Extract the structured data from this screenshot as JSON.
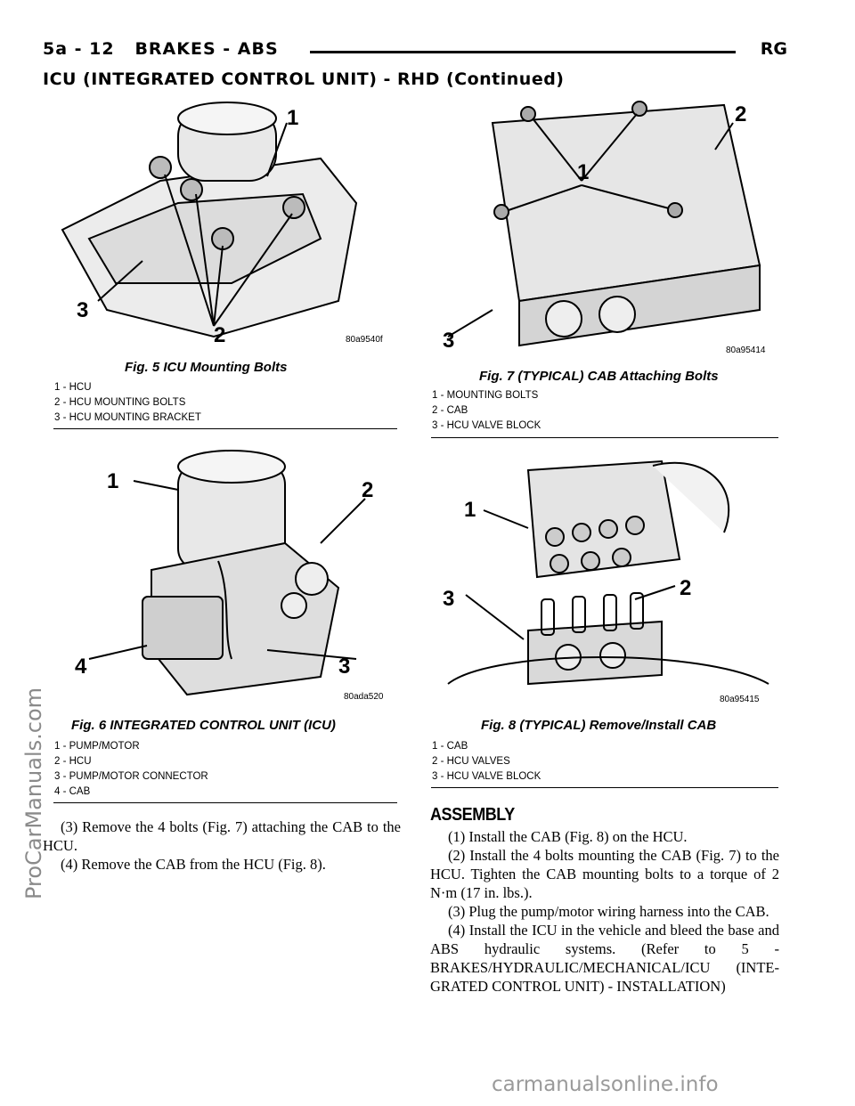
{
  "header": {
    "section": "5a - 12   BRAKES - ABS",
    "model": "RG",
    "subtitle": "ICU (INTEGRATED CONTROL UNIT) - RHD (Continued)"
  },
  "figures": [
    {
      "code": "80a9540f",
      "caption": "Fig. 5 ICU Mounting Bolts",
      "legend": [
        "1 - HCU",
        "2 - HCU MOUNTING BOLTS",
        "3 - HCU MOUNTING BRACKET"
      ]
    },
    {
      "code": "80ada520",
      "caption": "Fig. 6 INTEGRATED CONTROL UNIT (ICU)",
      "legend": [
        "1 - PUMP/MOTOR",
        "2 - HCU",
        "3 - PUMP/MOTOR CONNECTOR",
        "4 - CAB"
      ]
    },
    {
      "code": "80a95414",
      "caption": "Fig. 7 (TYPICAL) CAB Attaching Bolts",
      "legend": [
        "1 - MOUNTING BOLTS",
        "2 - CAB",
        "3 - HCU VALVE BLOCK"
      ]
    },
    {
      "code": "80a95415",
      "caption": "Fig. 8 (TYPICAL) Remove/Install CAB",
      "legend": [
        "1 - CAB",
        "2 - HCU VALVES",
        "3 - HCU VALVE BLOCK"
      ]
    }
  ],
  "callouts": {
    "one": "1",
    "two": "2",
    "three": "3",
    "four": "4"
  },
  "left_text": [
    "(3) Remove the 4 bolts (Fig. 7) attaching the CAB to the HCU.",
    "(4) Remove the CAB from the HCU (Fig. 8)."
  ],
  "assembly": {
    "heading": "ASSEMBLY",
    "steps": [
      "(1) Install the CAB (Fig. 8) on the HCU.",
      "(2) Install the 4 bolts mounting the CAB (Fig. 7) to the HCU. Tighten the CAB mounting bolts to a torque of 2 N·m (17 in. lbs.).",
      "(3) Plug the pump/motor wiring harness into the CAB.",
      "(4) Install the ICU in the vehicle and bleed the base and ABS hydraulic systems. (Refer to 5 - BRAKES/HYDRAULIC/MECHANICAL/ICU (INTE-GRATED CONTROL UNIT) - INSTALLATION)"
    ]
  },
  "watermarks": {
    "side": "ProCarManuals.com",
    "bottom": "carmanualsonline.info"
  }
}
